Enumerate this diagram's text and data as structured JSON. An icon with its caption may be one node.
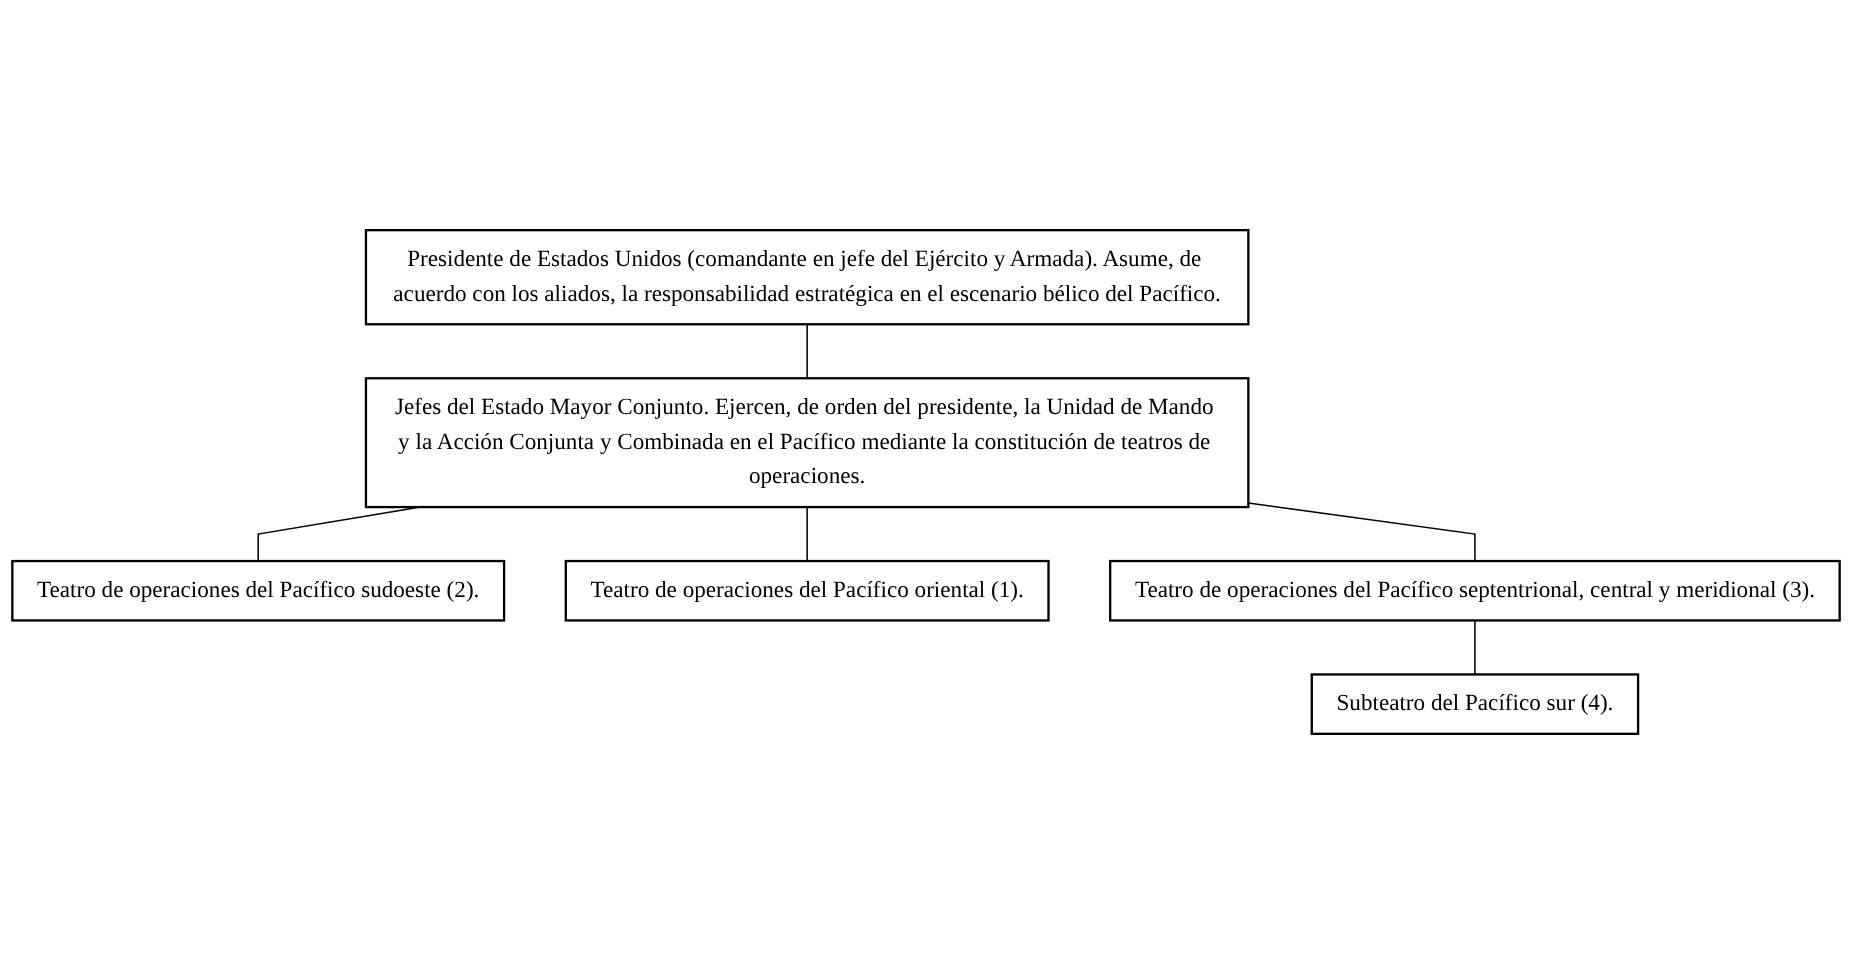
{
  "diagram": {
    "nodes": [
      {
        "text": [
          "Presidente de Estados Unidos (comandante en jefe del Ejército y Armada). Asume, de acuerdo con los aliados, la responsabilidad estratégica en el escenario bélico del Pacífico."
        ]
      },
      {
        "text": [
          "Jefes del Estado Mayor Conjunto. Ejercen, de orden del presidente, la Unidad de Mando y la Acción Conjunta y Combinada en el Pacífico mediante la constitución de teatros de operaciones."
        ]
      },
      {
        "text": [
          "Teatro de operaciones del Pacífico sudoeste (2)."
        ]
      },
      {
        "text": [
          "Teatro de operaciones del Pacífico oriental (1)."
        ]
      },
      {
        "text": [
          "Teatro de operaciones del Pacífico septentrional, central y meridional (3)."
        ]
      },
      {
        "text": [
          "Subteatro del Pacífico sur (4)."
        ]
      }
    ],
    "edges": [
      {
        "from": 0,
        "to": 1,
        "arrow": "none"
      },
      {
        "from": 1,
        "to": 2,
        "arrow": "none"
      },
      {
        "from": 1,
        "to": 3,
        "arrow": "none"
      },
      {
        "from": 1,
        "to": 4,
        "arrow": "none"
      },
      {
        "from": 4,
        "to": 5,
        "arrow": "none"
      }
    ]
  }
}
